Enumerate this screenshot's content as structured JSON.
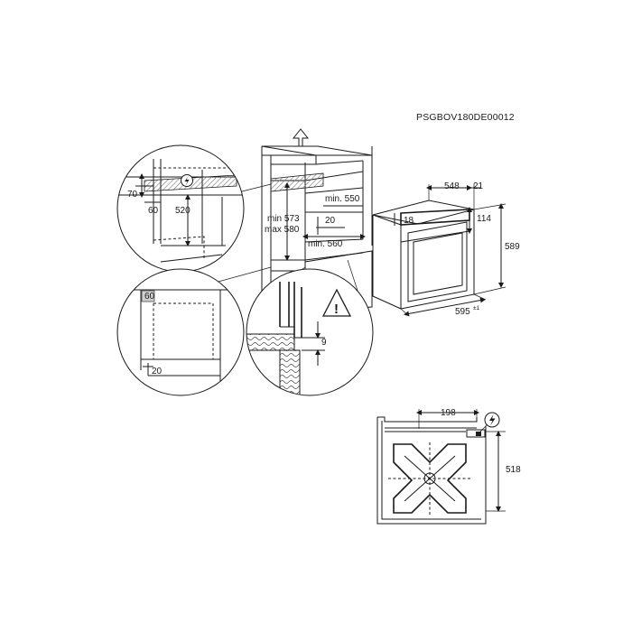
{
  "document_code": "PSGBOV180DE00012",
  "cabinet_dims": {
    "min_550": "min. 550",
    "min_573_max_580": "min 573\nmax 580",
    "gap_20": "20",
    "min_560": "min. 560"
  },
  "oven_dims": {
    "depth_548": "548",
    "front_21": "21",
    "top_18": "18",
    "panel_114": "114",
    "height_589": "589",
    "width_595": "595",
    "width_tolerance": "±1"
  },
  "detail_top_left": {
    "dim_70": "70",
    "dim_60": "60",
    "dim_520": "520"
  },
  "detail_bottom_left": {
    "dim_60": "60",
    "dim_20": "20"
  },
  "detail_bottom_middle": {
    "dim_9": "9",
    "warning_symbol": "!"
  },
  "rear_view": {
    "dim_198": "198",
    "dim_518": "518"
  },
  "icons": [
    "arrow-up-icon",
    "power-connection-icon",
    "warning-triangle-icon"
  ]
}
